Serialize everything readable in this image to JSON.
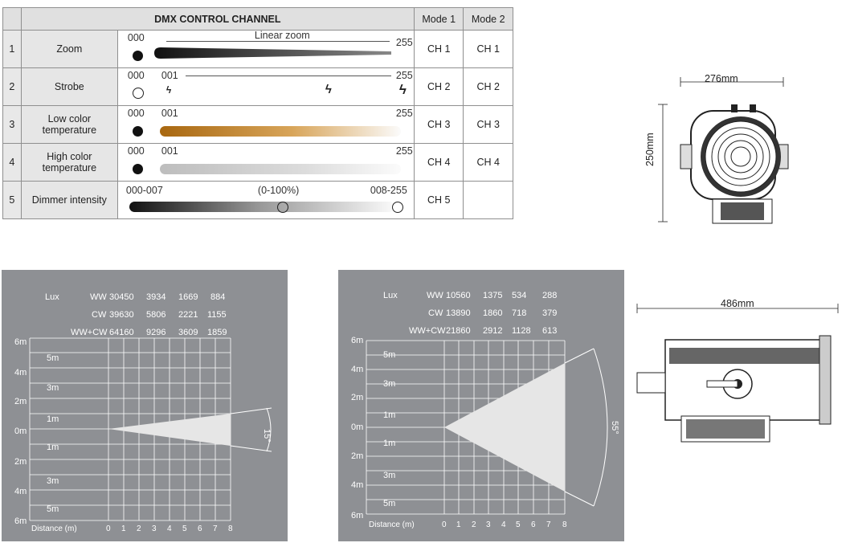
{
  "dmx_table": {
    "header": {
      "title": "DMX CONTROL CHANNEL",
      "mode1": "Mode 1",
      "mode2": "Mode 2"
    },
    "rows": [
      {
        "num": "1",
        "name": "Zoom",
        "mode1": "CH 1",
        "mode2": "CH 1",
        "start": "000",
        "end": "255",
        "label": "Linear zoom"
      },
      {
        "num": "2",
        "name": "Strobe",
        "mode1": "CH 2",
        "mode2": "CH 2",
        "start": "000",
        "mid": "001",
        "end": "255"
      },
      {
        "num": "3",
        "name": "Low color temperature",
        "mode1": "CH 3",
        "mode2": "CH 3",
        "start": "000",
        "mid": "001",
        "end": "255"
      },
      {
        "num": "4",
        "name": "High color temperature",
        "mode1": "CH 4",
        "mode2": "CH 4",
        "start": "000",
        "mid": "001",
        "end": "255"
      },
      {
        "num": "5",
        "name": "Dimmer intensity",
        "mode1": "CH 5",
        "mode2": "",
        "start": "000-007",
        "mid": "(0-100%)",
        "end": "008-255"
      }
    ]
  },
  "dimensions": {
    "front_width": "276mm",
    "front_height": "250mm",
    "side_width": "486mm"
  },
  "beam_15": {
    "lux_label": "Lux",
    "rows": [
      {
        "label": "WW",
        "values": [
          "30450",
          "3934",
          "1669",
          "884"
        ]
      },
      {
        "label": "CW",
        "values": [
          "39630",
          "5806",
          "2221",
          "1155"
        ]
      },
      {
        "label": "WW+CW",
        "values": [
          "64160",
          "9296",
          "3609",
          "1859"
        ]
      }
    ],
    "y_ticks_m": [
      "6m",
      "4m",
      "2m",
      "0m",
      "2m",
      "4m",
      "6m"
    ],
    "y_ticks_half": [
      "5m",
      "3m",
      "1m",
      "1m",
      "3m",
      "5m"
    ],
    "x_label": "Distance (m)",
    "x_ticks": [
      "0",
      "1",
      "2",
      "3",
      "4",
      "5",
      "6",
      "7",
      "8"
    ],
    "angle": "15°"
  },
  "beam_55": {
    "lux_label": "Lux",
    "rows": [
      {
        "label": "WW",
        "values": [
          "10560",
          "1375",
          "534",
          "288"
        ]
      },
      {
        "label": "CW",
        "values": [
          "13890",
          "1860",
          "718",
          "379"
        ]
      },
      {
        "label": "WW+CW",
        "values": [
          "21860",
          "2912",
          "1128",
          "613"
        ]
      }
    ],
    "y_ticks_m": [
      "6m",
      "4m",
      "2m",
      "0m",
      "2m",
      "4m",
      "6m"
    ],
    "y_ticks_half": [
      "5m",
      "3m",
      "1m",
      "1m",
      "3m",
      "5m"
    ],
    "x_label": "Distance (m)",
    "x_ticks": [
      "0",
      "1",
      "2",
      "3",
      "4",
      "5",
      "6",
      "7",
      "8"
    ],
    "angle": "55°"
  },
  "colors": {
    "panel": "#8e9094",
    "grid": "#ffffff",
    "beam": "#e6e6e6",
    "orange": "#e0601e"
  }
}
